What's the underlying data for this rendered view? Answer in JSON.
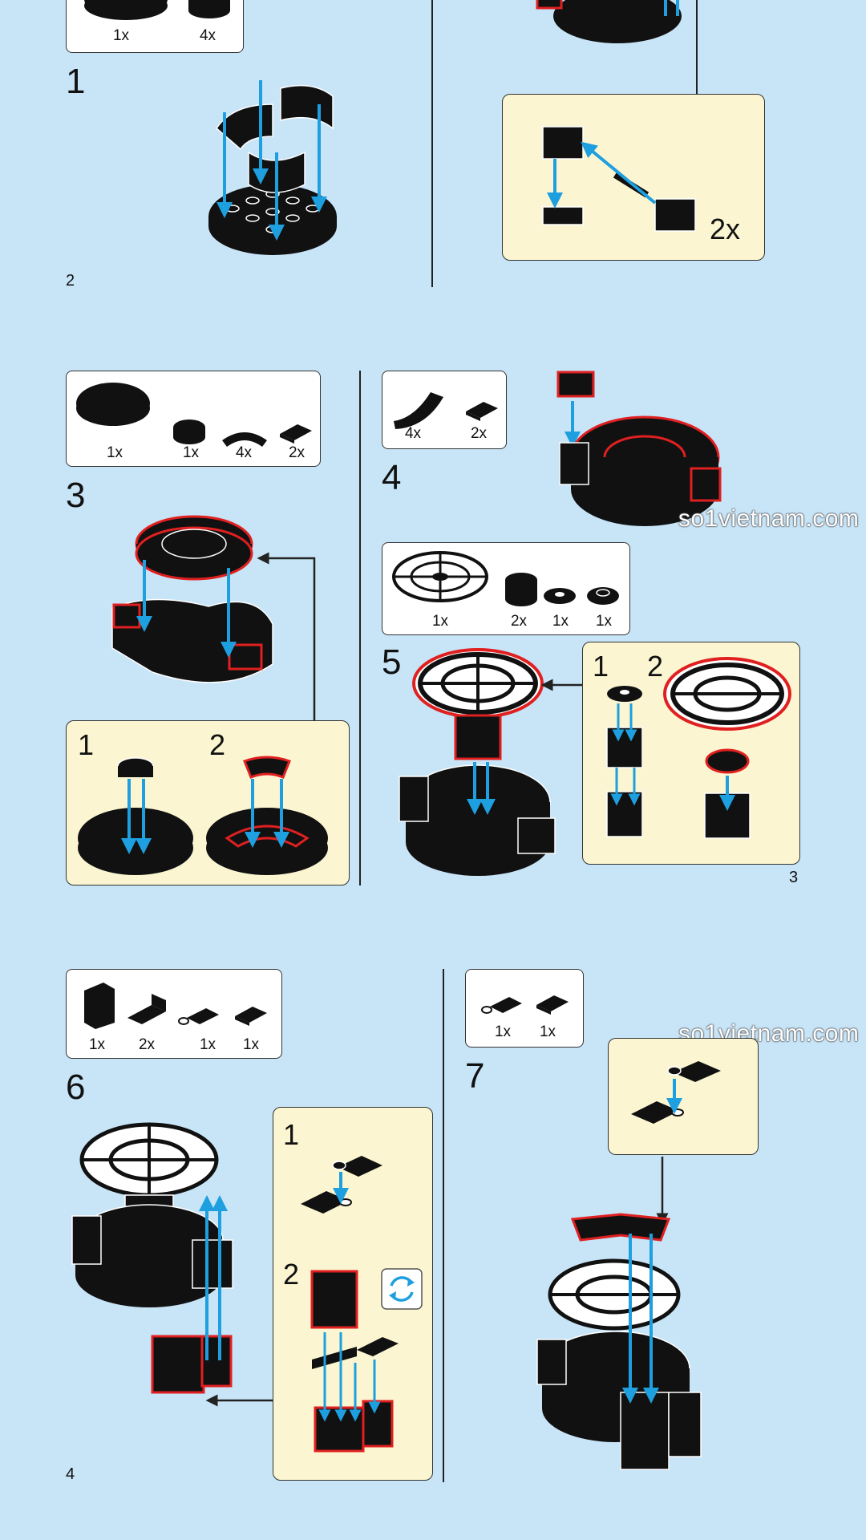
{
  "page_numbers": {
    "top": "2",
    "middle": "3",
    "bottom": "4"
  },
  "watermark": "so1vietnam.com",
  "colors": {
    "background": "#c8e4f7",
    "card": "#ffffff",
    "substep": "#fbf6d1",
    "arrow": "#1e9fe0",
    "highlight": "#e02020",
    "brick": "#111111"
  },
  "top_section": {
    "partial_card": {
      "qty": [
        "1x",
        "4x"
      ]
    },
    "step1": {
      "number": "1"
    },
    "right_subbox": {
      "qty": "2x"
    }
  },
  "step3": {
    "number": "3",
    "parts": {
      "qty": [
        "1x",
        "1x",
        "4x",
        "2x"
      ]
    },
    "subbox": {
      "substeps": [
        "1",
        "2"
      ]
    }
  },
  "step4": {
    "number": "4",
    "parts": {
      "qty": [
        "4x",
        "2x"
      ]
    }
  },
  "step5": {
    "number": "5",
    "parts": {
      "qty": [
        "1x",
        "2x",
        "1x",
        "1x"
      ]
    },
    "subbox": {
      "substeps": [
        "1",
        "2"
      ]
    }
  },
  "step6": {
    "number": "6",
    "parts": {
      "qty": [
        "1x",
        "2x",
        "1x",
        "1x"
      ]
    },
    "subbox": {
      "substeps": [
        "1",
        "2"
      ],
      "rotate_icon": "rotate-icon"
    }
  },
  "step7": {
    "number": "7",
    "parts": {
      "qty": [
        "1x",
        "1x"
      ]
    }
  }
}
